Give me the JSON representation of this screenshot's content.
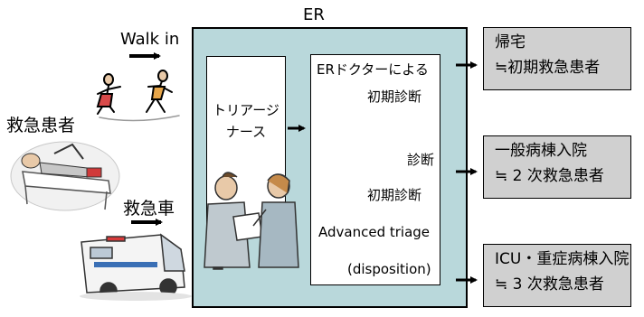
{
  "er": {
    "title": "ER"
  },
  "arrivals": {
    "walk_in": "Walk in",
    "patients": "救急患者",
    "ambulance": "救急車"
  },
  "triage": {
    "lines": [
      "トリアージ",
      "ナース"
    ]
  },
  "doctor": {
    "lines": [
      "ERドクターによる",
      "初期診断",
      "診断",
      "初期診断",
      "Advanced triage",
      "(disposition)"
    ]
  },
  "outcomes": [
    {
      "line1": "帰宅",
      "line2": "≒初期救急患者"
    },
    {
      "line1": "一般病棟入院",
      "line2": "≒ 2 次救急患者"
    },
    {
      "line1": "ICU・重症病棟入院",
      "line2": "≒ 3 次救急患者"
    }
  ],
  "colors": {
    "er_background": "#b9d8db",
    "outcome_background": "#d0d0d0"
  },
  "icons": [
    "walking-people-icon",
    "stretcher-patient-icon",
    "ambulance-icon",
    "nurses-icon"
  ]
}
